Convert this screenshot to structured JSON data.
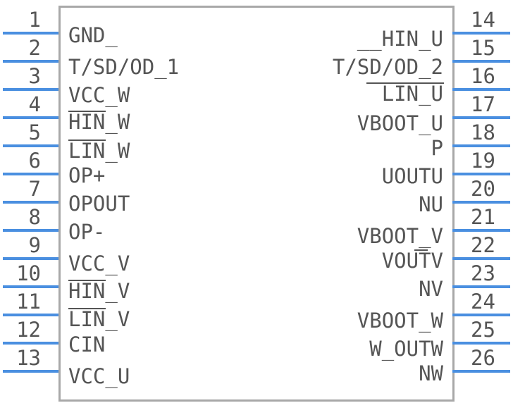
{
  "left_pins": [
    {
      "number": "1",
      "label": "GND_"
    },
    {
      "number": "2",
      "label": "T/SD/OD_1"
    },
    {
      "number": "3",
      "label": "VCC_W"
    },
    {
      "number": "4",
      "label": "HIN_W"
    },
    {
      "number": "5",
      "label": "LIN_W"
    },
    {
      "number": "6",
      "label": "OP+"
    },
    {
      "number": "7",
      "label": "OPOUT"
    },
    {
      "number": "8",
      "label": "OP-"
    },
    {
      "number": "9",
      "label": "VCC_V"
    },
    {
      "number": "10",
      "label": "HIN_V"
    },
    {
      "number": "11",
      "label": "LIN_V"
    },
    {
      "number": "12",
      "label": "CIN"
    },
    {
      "number": "13",
      "label": "VCC_U"
    }
  ],
  "right_pins": [
    {
      "number": "14",
      "label": "__HIN_U"
    },
    {
      "number": "15",
      "label": "T/SD/OD_2"
    },
    {
      "number": "16",
      "label": "LIN_U"
    },
    {
      "number": "17",
      "label": "VBOOT_U"
    },
    {
      "number": "18",
      "label": "P"
    },
    {
      "number": "19",
      "label": "UOUTU"
    },
    {
      "number": "20",
      "label": "NU"
    },
    {
      "number": "21",
      "label": "VBOOT_V"
    },
    {
      "number": "22",
      "label": "VOUTV"
    },
    {
      "number": "23",
      "label": "NV"
    },
    {
      "number": "24",
      "label": "VBOOT_W"
    },
    {
      "number": "25",
      "label": "W_OUTW"
    },
    {
      "number": "26",
      "label": "NW"
    }
  ],
  "colors": {
    "pin_line": "#4a8fe0",
    "body_outline": "#a8a8a8",
    "text": "#555555"
  }
}
